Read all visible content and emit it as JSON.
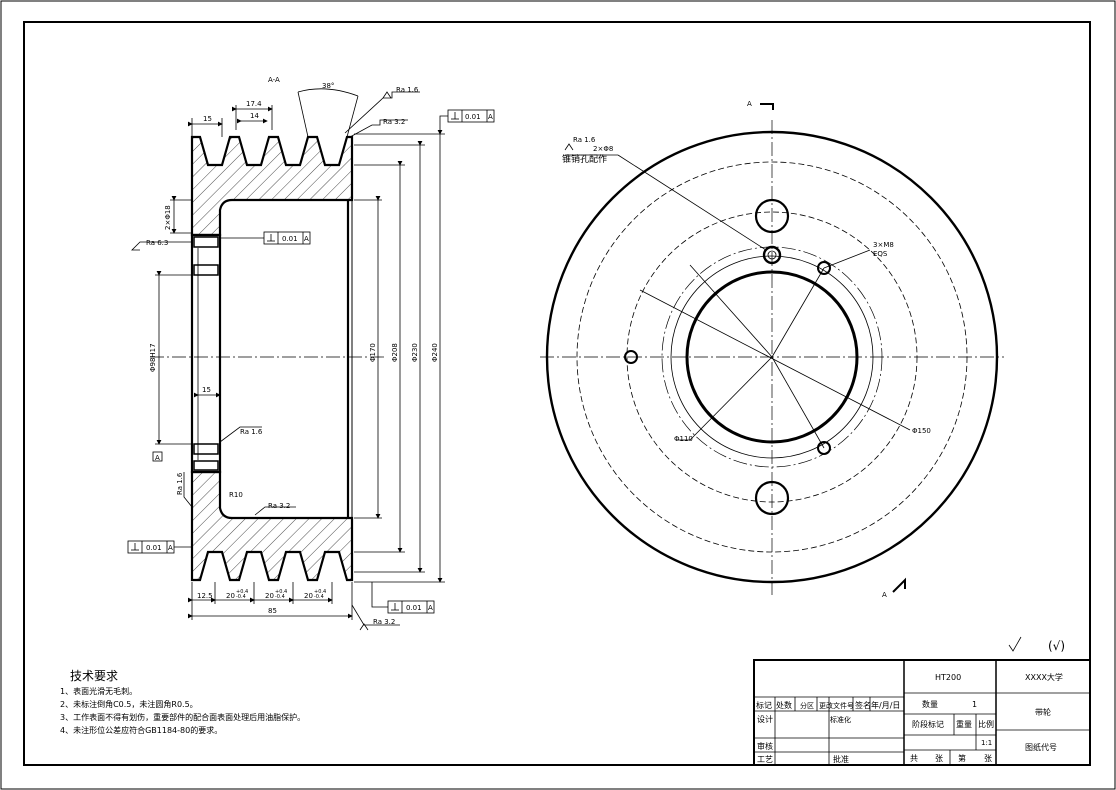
{
  "section_label": "A-A",
  "view_marker": "A",
  "section": {
    "groove_angle": "38°",
    "roughness_top": "Ra 1.6",
    "roughness_top2": "Ra 3.2",
    "roughness_bore_left": "Ra 6.3",
    "roughness_hub": "Ra 1.6",
    "roughness_side": "Ra 1.6",
    "roughness_fillet": "Ra 3.2",
    "roughness_bottom": "Ra 3.2",
    "tol_top": "0.01",
    "tol_mid": "0.01",
    "tol_left": "0.01",
    "tol_bottom": "0.01",
    "datum": "A",
    "dim_15_top": "15",
    "dim_174": "17.4",
    "dim_14": "14",
    "dim_2x18": "2×Φ18",
    "dim_bore": "Φ98H17",
    "dim_15_inner": "15",
    "dim_r10": "R10",
    "dim_170": "Φ170",
    "dim_208": "Φ208",
    "dim_230": "Φ230",
    "dim_240": "Φ240",
    "dim_125": "12.5",
    "dim_20a": "20",
    "dim_20b": "20",
    "dim_20c": "20",
    "tol_plus": "+0.4",
    "tol_minus": "-0.4",
    "dim_85": "85"
  },
  "front": {
    "roughness": "Ra 1.6",
    "holes_pin": "2×Φ8",
    "holes_pin_note": "锥销孔配作",
    "holes_thread": "3×M8",
    "holes_thread_note": "EQS",
    "dia_110": "Φ110",
    "dia_150": "Φ150"
  },
  "tech_req": {
    "title": "技术要求",
    "items": [
      "1、表面光滑无毛刺。",
      "2、未标注倒角C0.5，未注圆角R0.5。",
      "3、工作表面不得有划伤，重要部件的配合面表面处理后用油脂保护。",
      "4、未注形位公差应符合GB1184-80的要求。"
    ]
  },
  "general_roughness": "(√)",
  "title_block": {
    "material": "HT200",
    "school": "XXXX大学",
    "part_name": "带轮",
    "drawing_no": "图纸代号",
    "qty_label": "数量",
    "qty_value": "1",
    "stage_label": "阶段标记",
    "weight_label": "重量",
    "scale_label": "比例",
    "scale_value": "1:1",
    "total_label": "共",
    "sheet_label": "张",
    "no_label": "第",
    "sheet_label2": "张",
    "mark_label": "标记",
    "place_label": "处数",
    "zone_label": "分区",
    "change_label": "更改文件号",
    "sign_label": "签名",
    "date_label": "年/月/日",
    "design_label": "设计",
    "std_label": "标准化",
    "review_label": "审核",
    "process_label": "工艺",
    "approve_label": "批准"
  }
}
